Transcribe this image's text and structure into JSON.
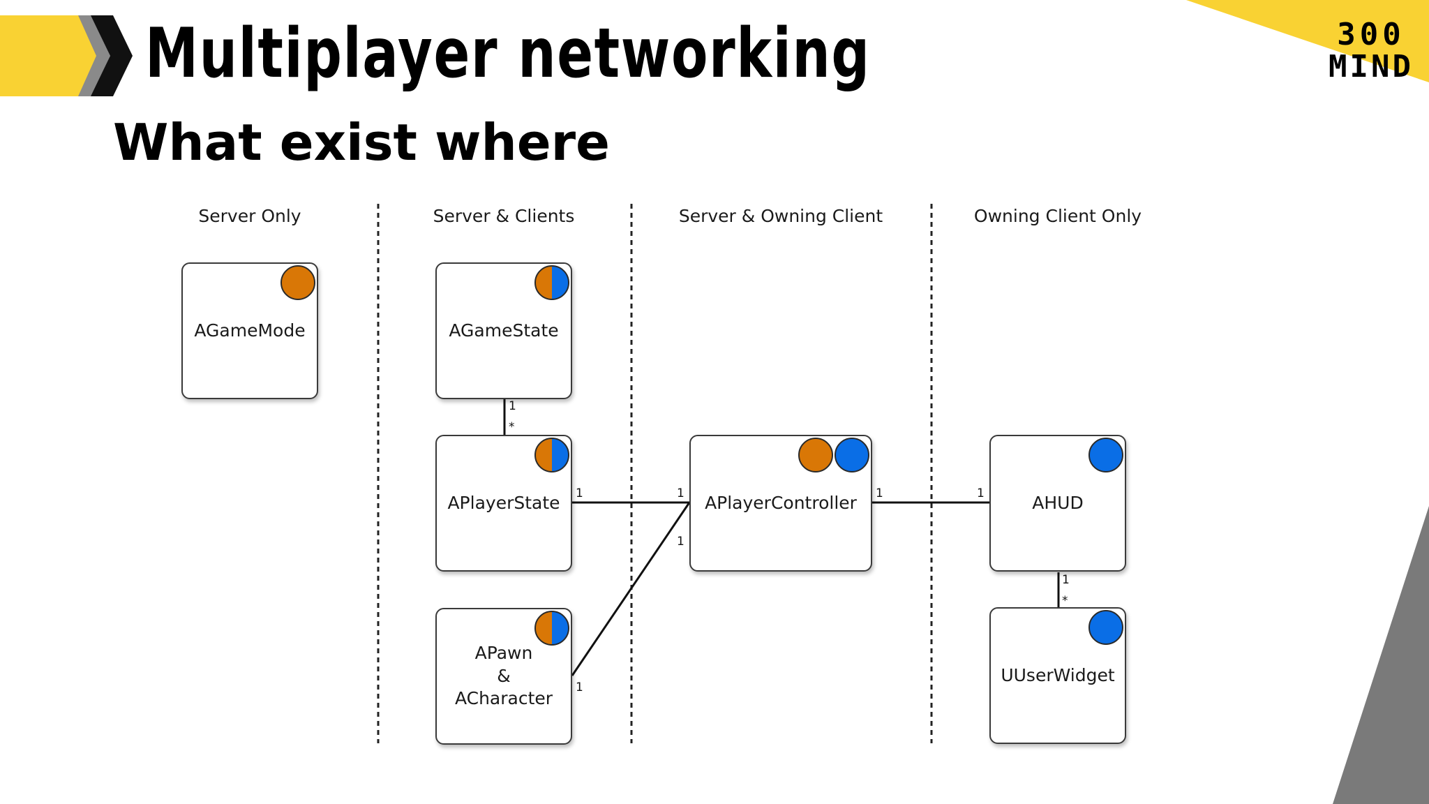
{
  "header": {
    "title": "Multiplayer networking",
    "subtitle": "What exist where",
    "logo_line1": "300",
    "logo_line2": "MIND",
    "colors": {
      "accent": "#f9d233",
      "dark": "#1a1a1a",
      "gray": "#7a7a7a"
    }
  },
  "diagram": {
    "columns": [
      {
        "label": "Server Only"
      },
      {
        "label": "Server & Clients"
      },
      {
        "label": "Server & Owning Client"
      },
      {
        "label": "Owning Client Only"
      }
    ],
    "nodes": {
      "agamemode": {
        "label": "AGameMode",
        "indicator": "server"
      },
      "agamestate": {
        "label": "AGameState",
        "indicator": "server+client"
      },
      "aplayerstate": {
        "label": "APlayerState",
        "indicator": "server+client"
      },
      "apawn": {
        "label_line1": "APawn",
        "label_line2": "&",
        "label_line3": "ACharacter",
        "indicator": "server+client"
      },
      "aplayercontroller": {
        "label": "APlayerController",
        "indicator": "server, client"
      },
      "ahud": {
        "label": "AHUD",
        "indicator": "client"
      },
      "uuserwidget": {
        "label": "UUserWidget",
        "indicator": "client"
      }
    },
    "relations": [
      {
        "from": "AGameState",
        "to": "APlayerState",
        "from_mult": "1",
        "to_mult": "*"
      },
      {
        "from": "APlayerState",
        "to": "APlayerController",
        "from_mult": "1",
        "to_mult": "1"
      },
      {
        "from": "APawn & ACharacter",
        "to": "APlayerController",
        "from_mult": "1",
        "to_mult": "1"
      },
      {
        "from": "APlayerController",
        "to": "AHUD",
        "from_mult": "1",
        "to_mult": "1"
      },
      {
        "from": "AHUD",
        "to": "UUserWidget",
        "from_mult": "1",
        "to_mult": "*"
      }
    ],
    "colors": {
      "server": "#d97706",
      "client": "#0a6ee6"
    }
  }
}
